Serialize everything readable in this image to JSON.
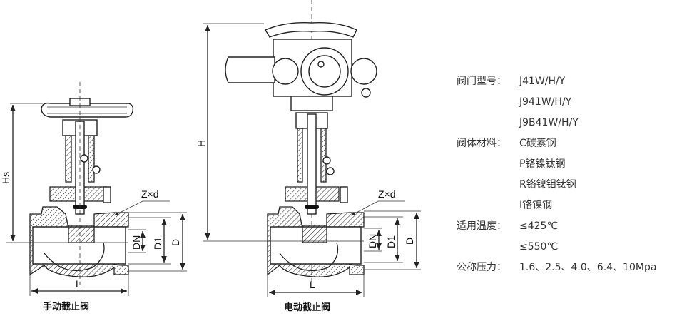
{
  "diagrams": {
    "manual": {
      "caption": "手动截止阀",
      "dims": {
        "height": "Hs",
        "length": "L",
        "bolts": "Z×d",
        "dn": "DN",
        "d1": "D1",
        "d": "D"
      }
    },
    "electric": {
      "caption": "电动截止阀",
      "dims": {
        "height": "H",
        "length": "L",
        "bolts": "Z×d",
        "dn": "DN",
        "d1": "D1",
        "d": "D"
      }
    }
  },
  "specs": [
    {
      "label": "阀门型号：",
      "value": "J41W/H/Y"
    },
    {
      "label": "",
      "value": "J941W/H/Y"
    },
    {
      "label": "",
      "value": "J9B41W/H/Y"
    },
    {
      "label": "阀体材料：",
      "value": "C碳素钢"
    },
    {
      "label": "",
      "value": "P铬镍钛钢"
    },
    {
      "label": "",
      "value": "R铬镍钼钛钢"
    },
    {
      "label": "",
      "value": "I铬镍钢"
    },
    {
      "label": "适用温度：",
      "value": "≤425℃"
    },
    {
      "label": "",
      "value": "≤550℃"
    },
    {
      "label": "公称压力：",
      "value": "1.6、2.5、4.0、6.4、10Mpa"
    }
  ]
}
